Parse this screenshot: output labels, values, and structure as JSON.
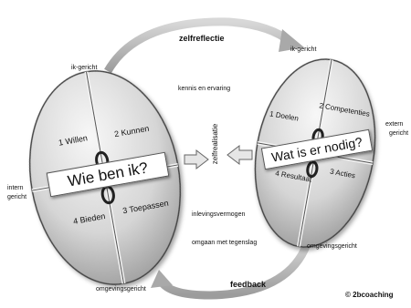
{
  "left_oval": {
    "top_label": "ik-gericht",
    "left_label_line1": "intern",
    "left_label_line2": "gericht",
    "bottom_label": "omgevingsgericht",
    "center_text": "Wie ben ik?",
    "quadrants": [
      "1 Willen",
      "2 Kunnen",
      "4 Bieden",
      "3 Toepassen"
    ]
  },
  "right_oval": {
    "top_label": "ik-gericht",
    "right_label_line1": "extern",
    "right_label_line2": "gericht",
    "bottom_label": "omgevingsgericht",
    "center_text": "Wat is er nodig?",
    "quadrants": [
      "1 Doelen",
      "2 Competenties",
      "4 Resultaat",
      "3 Acties"
    ]
  },
  "top_arrow_label": "zelfreflectie",
  "bottom_arrow_label": "feedback",
  "middle": {
    "vertical_label": "zelfrealisatie",
    "upper_text": "kennis en ervaring",
    "lower_text_1": "inlevingsvermogen",
    "lower_text_2": "omgaan met tegenslag"
  },
  "copyright": "© 2bcoaching",
  "colors": {
    "oval_light": "#eeeeee",
    "oval_dark": "#9a9a9a",
    "arrow": "#b5b5b5",
    "text": "#111111"
  }
}
